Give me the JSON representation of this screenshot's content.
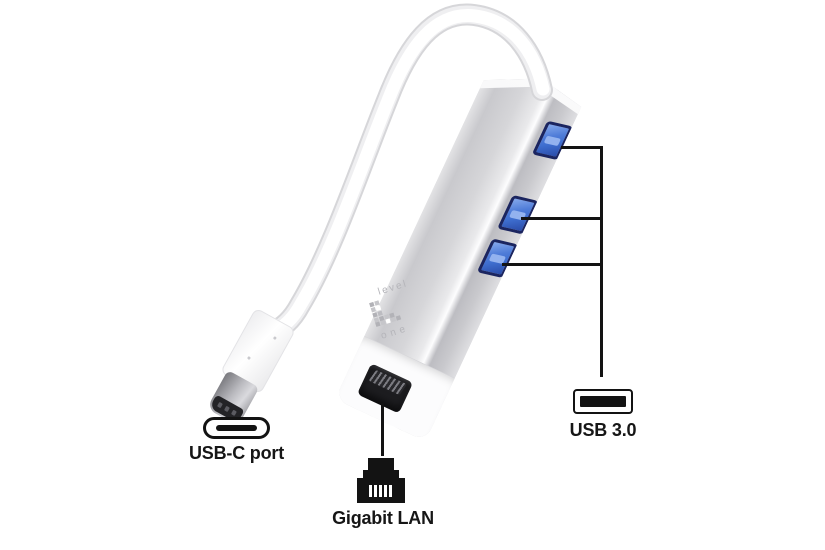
{
  "callouts": {
    "usb_c": {
      "label": "USB-C port"
    },
    "gigabit_lan": {
      "label": "Gigabit LAN"
    },
    "usb_3_0": {
      "label": "USB 3.0"
    }
  },
  "device": {
    "brand_line1": "level",
    "brand_line2": "one",
    "usb3_port_count": 3
  },
  "icons": {
    "usb_c_icon": "usb-c-receptacle-outline",
    "rj45_icon": "rj45-plug-silhouette",
    "usb_a_icon": "usb-a-port-outline",
    "levelone_logo": "pixelated-L-mark"
  },
  "colors": {
    "annotation": "#131313",
    "usb_blue": "#3f6fd0",
    "usb_navy": "#1b2560",
    "aluminum": "#cdcdd1",
    "cable_white": "#ffffff"
  }
}
